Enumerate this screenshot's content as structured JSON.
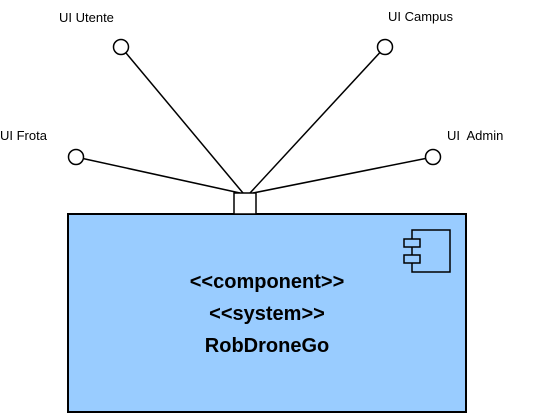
{
  "component": {
    "stereotype_component": "<<component>>",
    "stereotype_system": "<<system>>",
    "name": "RobDroneGo",
    "fill_color": "#99ccff",
    "border_color": "#000000"
  },
  "interfaces": {
    "ui_utente": "UI Utente",
    "ui_campus": "UI Campus",
    "ui_frota": "UI Frota",
    "ui_admin": "UI  Admin"
  },
  "icons": {
    "component": "component-icon",
    "port": "port-square"
  }
}
